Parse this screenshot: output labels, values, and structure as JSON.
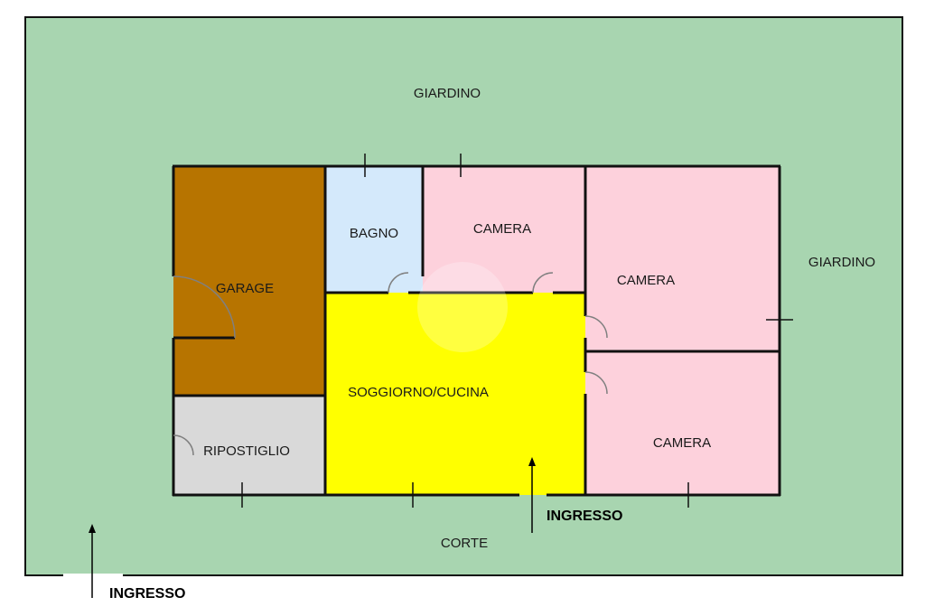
{
  "labels": {
    "giardino_top": "GIARDINO",
    "giardino_right": "GIARDINO",
    "garage": "GARAGE",
    "bagno": "BAGNO",
    "camera_1": "CAMERA",
    "camera_2": "CAMERA",
    "camera_3": "CAMERA",
    "soggiorno": "SOGGIORNO/CUCINA",
    "ripostiglio": "RIPOSTIGLIO",
    "corte": "CORTE",
    "ingresso_house": "INGRESSO",
    "ingresso_lot": "INGRESSO"
  },
  "colors": {
    "garden": "#a8d5b0",
    "garage": "#b77400",
    "bagno": "#d4e9fb",
    "camera": "#fdd1dc",
    "soggiorno": "#ffff00",
    "ripostiglio": "#d9d9d9",
    "wall": "#111111"
  }
}
